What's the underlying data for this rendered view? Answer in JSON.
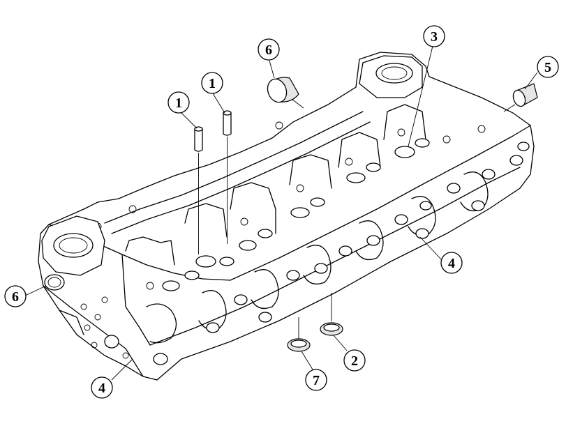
{
  "callouts": [
    {
      "id": "c1a",
      "label": "1"
    },
    {
      "id": "c1b",
      "label": "1"
    },
    {
      "id": "c2",
      "label": "2"
    },
    {
      "id": "c3",
      "label": "3"
    },
    {
      "id": "c4a",
      "label": "4"
    },
    {
      "id": "c4b",
      "label": "4"
    },
    {
      "id": "c5",
      "label": "5"
    },
    {
      "id": "c6a",
      "label": "6"
    },
    {
      "id": "c6b",
      "label": "6"
    },
    {
      "id": "c7",
      "label": "7"
    }
  ]
}
